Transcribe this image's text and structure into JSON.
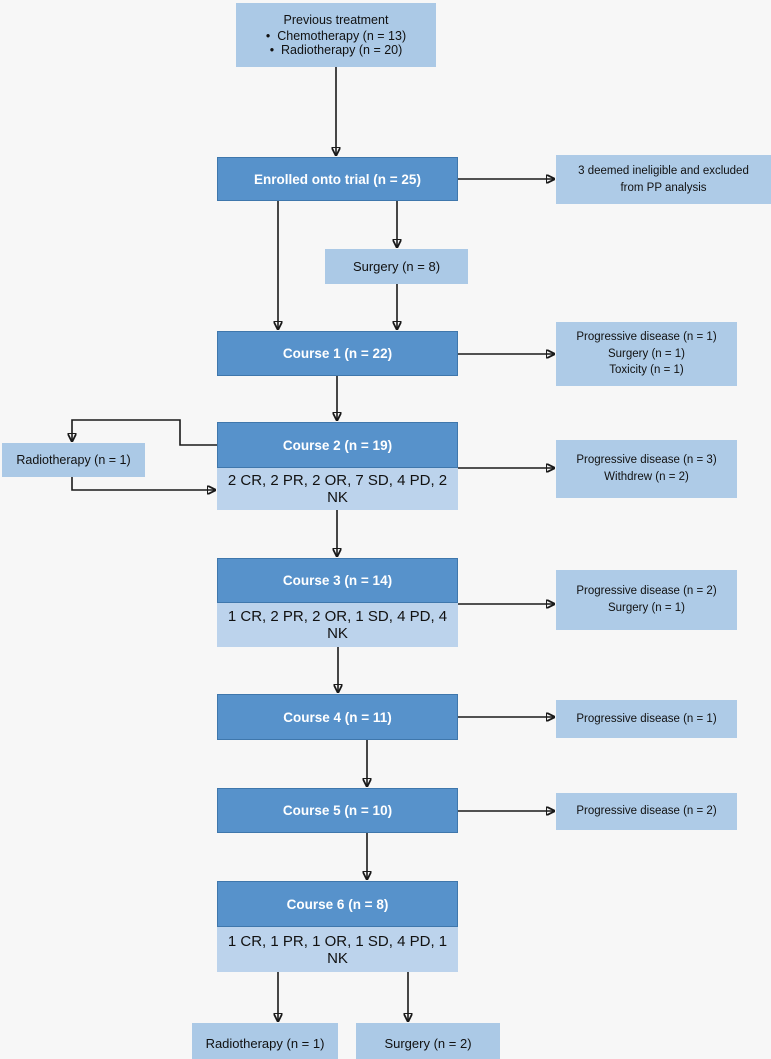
{
  "figure": {
    "type": "trial-flow-diagram",
    "colors": {
      "background": "#f7f7f7",
      "course_box_fill": "#5792cb",
      "course_box_border": "#3f77ac",
      "light_box_fill": "#abc9e6",
      "side_box_fill": "#aecbe7",
      "results_row_fill": "#bcd3ec",
      "arrow": "#1a1a1a",
      "course_text": "#ffffff",
      "body_text": "#111111"
    },
    "nodes": {
      "previous_treatment": {
        "title": "Previous treatment",
        "bullets": [
          "Chemotherapy (n = 13)",
          "Radiotherapy (n = 20)"
        ]
      },
      "enrolled": {
        "label": "Enrolled onto trial (n = 25)"
      },
      "excluded": {
        "lines": [
          "3 deemed ineligible and excluded",
          "from PP analysis"
        ]
      },
      "surgery_mid": {
        "label": "Surgery (n = 8)"
      },
      "course1": {
        "label": "Course 1 (n = 22)",
        "side": [
          "Progressive disease (n = 1)",
          "Surgery (n = 1)",
          "Toxicity (n = 1)"
        ]
      },
      "course2": {
        "label": "Course 2 (n = 19)",
        "results": "2 CR, 2 PR, 2 OR, 7 SD, 4 PD, 2 NK",
        "side": [
          "Progressive disease (n = 3)",
          "Withdrew (n = 2)"
        ]
      },
      "radiotherapy_left": {
        "label": "Radiotherapy (n = 1)"
      },
      "course3": {
        "label": "Course 3 (n = 14)",
        "results": "1 CR, 2 PR, 2 OR, 1 SD, 4 PD, 4 NK",
        "side": [
          "Progressive disease (n = 2)",
          "Surgery (n = 1)"
        ]
      },
      "course4": {
        "label": "Course 4 (n = 11)",
        "side": [
          "Progressive disease (n = 1)"
        ]
      },
      "course5": {
        "label": "Course 5 (n = 10)",
        "side": [
          "Progressive disease (n = 2)"
        ]
      },
      "course6": {
        "label": "Course 6 (n = 8)",
        "results": "1 CR, 1 PR, 1 OR, 1 SD, 4 PD, 1 NK"
      },
      "radiotherapy_bottom": {
        "label": "Radiotherapy (n = 1)"
      },
      "surgery_bottom": {
        "label": "Surgery (n = 2)"
      }
    }
  }
}
